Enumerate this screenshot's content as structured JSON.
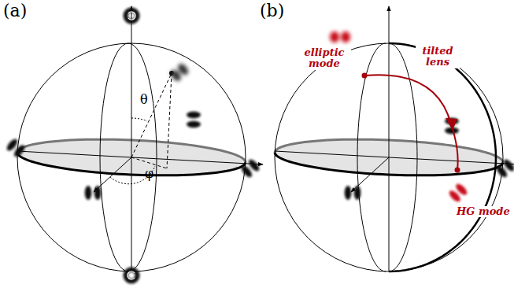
{
  "diagram": {
    "labels": [
      "(a)",
      "(b)",
      "θ",
      "φ",
      "elliptic mode",
      "tilted lens",
      "HG mode"
    ]
  }
}
